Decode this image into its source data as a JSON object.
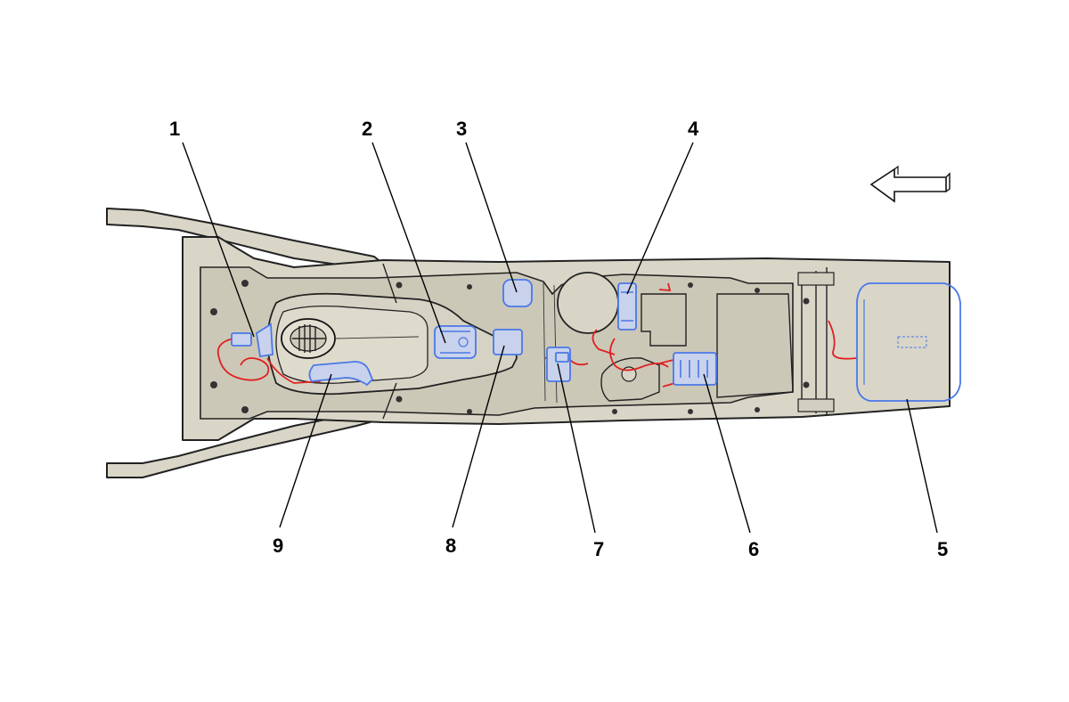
{
  "diagram": {
    "callouts": [
      {
        "id": "1",
        "label": "1"
      },
      {
        "id": "2",
        "label": "2"
      },
      {
        "id": "3",
        "label": "3"
      },
      {
        "id": "4",
        "label": "4"
      },
      {
        "id": "5",
        "label": "5"
      },
      {
        "id": "6",
        "label": "6"
      },
      {
        "id": "7",
        "label": "7"
      },
      {
        "id": "8",
        "label": "8"
      },
      {
        "id": "9",
        "label": "9"
      }
    ],
    "colors": {
      "console_fill": "#d9d6c8",
      "highlight_blue": "#4a78e8",
      "wiring_red": "#e02020",
      "outline": "#222222"
    },
    "icons": [
      "direction-arrow-icon"
    ]
  }
}
